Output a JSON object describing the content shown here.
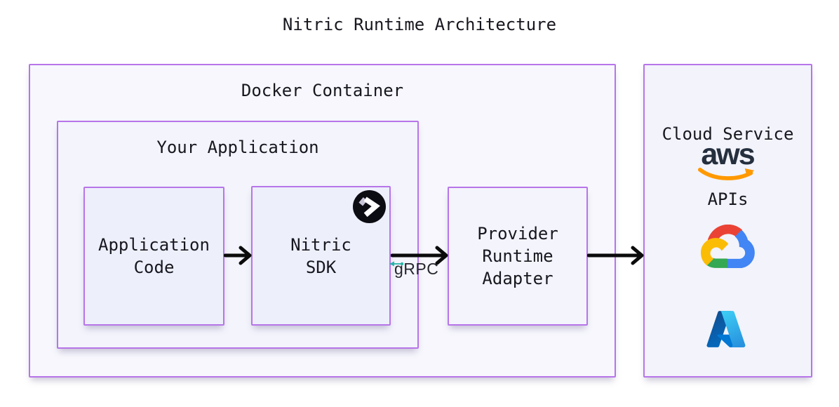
{
  "title": "Nitric Runtime Architecture",
  "boxes": {
    "docker_container": {
      "label": "Docker Container"
    },
    "your_application": {
      "label": "Your Application"
    },
    "application_code": {
      "lines": [
        "Application",
        "Code"
      ]
    },
    "nitric_sdk": {
      "lines": [
        "Nitric",
        "SDK"
      ]
    },
    "provider_runtime_adapter": {
      "lines": [
        "Provider",
        "Runtime",
        "Adapter"
      ]
    },
    "cloud_service_apis": {
      "label_lines": [
        "Cloud Service",
        "APIs"
      ],
      "aws_wordmark": "aws"
    }
  },
  "connections": {
    "app_code_to_sdk": {
      "label": ""
    },
    "sdk_to_adapter": {
      "label": "gRPC"
    },
    "adapter_to_cloud": {
      "label": ""
    }
  },
  "icons": {
    "nitric": "nitric-logo",
    "grpc": "grpc-icon",
    "aws": "aws-logo",
    "google_cloud": "google-cloud-logo",
    "azure": "azure-logo"
  },
  "colors": {
    "box_border": "#b775e9",
    "outer_box_fill": "#f7f7fd",
    "mid_box_fill": "#f3f4fc",
    "leaf_box_fill": "#edeffb",
    "cloud_box_fill": "#f2f3fb",
    "text": "#17171f",
    "arrow": "#0b0b0b",
    "grpc_teal": "#2ab3a9",
    "nitric_black": "#0c0c13",
    "aws_navy": "#252f3e",
    "aws_orange": "#ff9900",
    "gcp_red": "#ea4335",
    "gcp_blue": "#4285f4",
    "gcp_green": "#34a853",
    "gcp_yellow": "#fbbc05",
    "azure_blue": "#0078d4"
  }
}
